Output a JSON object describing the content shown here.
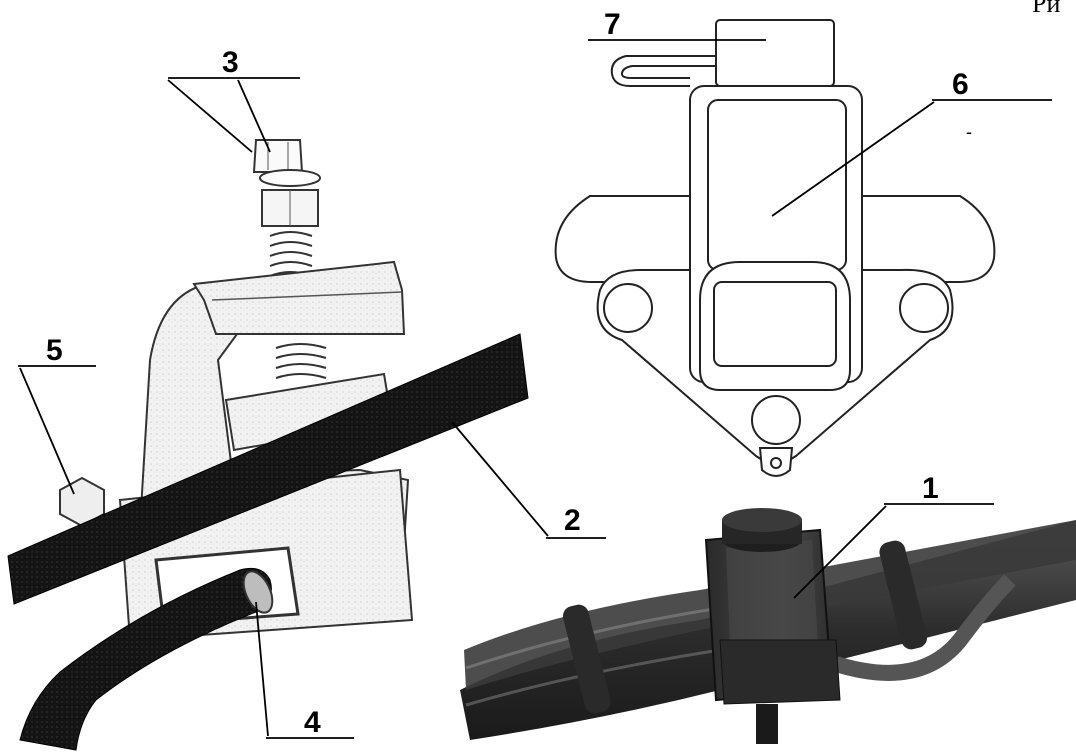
{
  "corner_text": "Ри",
  "dash_mark": "-",
  "callouts": [
    {
      "id": "1",
      "label": "1"
    },
    {
      "id": "2",
      "label": "2"
    },
    {
      "id": "3",
      "label": "3"
    },
    {
      "id": "4",
      "label": "4"
    },
    {
      "id": "5",
      "label": "5"
    },
    {
      "id": "6",
      "label": "6"
    },
    {
      "id": "7",
      "label": "7"
    }
  ]
}
